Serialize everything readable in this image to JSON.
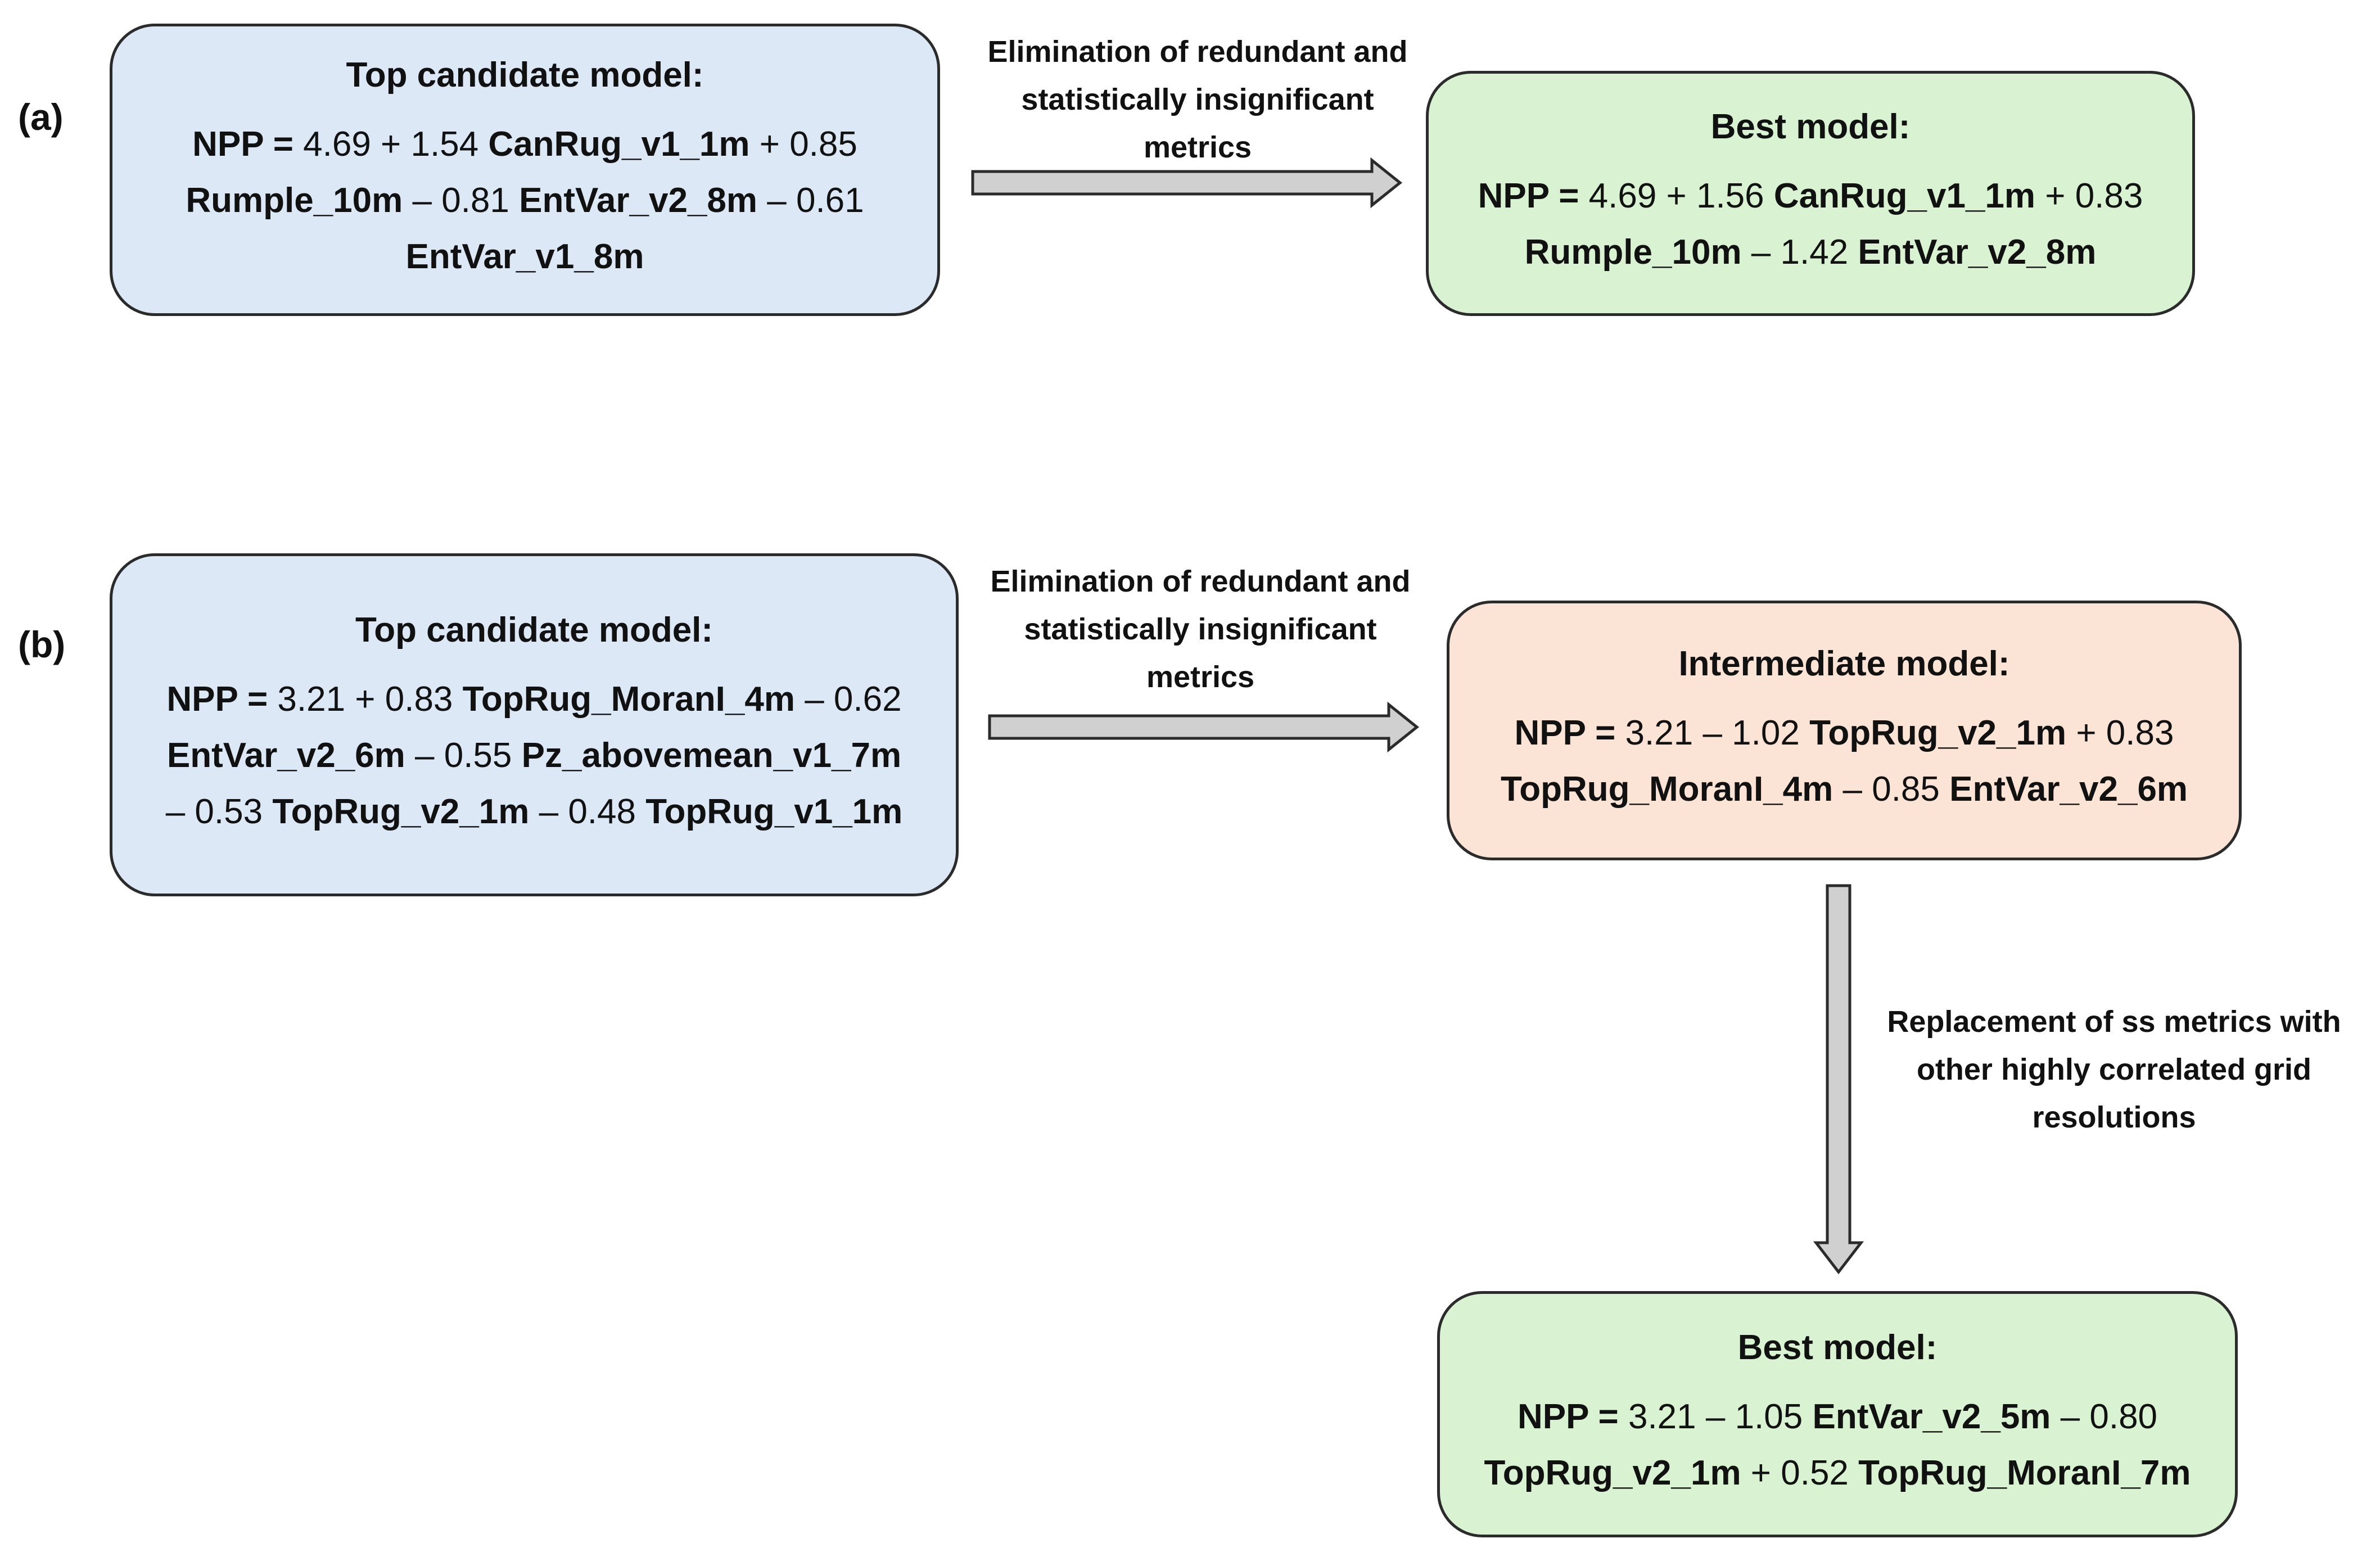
{
  "panel_a": {
    "label": "(a)",
    "candidate": {
      "title": "Top candidate model:",
      "line1": {
        "t0": "NPP =",
        "t1": " 4.69 + 1.54 ",
        "t2": "CanRug_v1_1m",
        "t3": " + 0.85"
      },
      "line2": {
        "t0": "Rumple_10m",
        "t1": " – 0.81 ",
        "t2": "EntVar_v2_8m",
        "t3": " – 0.61"
      },
      "line3": {
        "t0": "EntVar_v1_8m"
      }
    },
    "step_caption": [
      "Elimination of redundant and",
      "statistically insignificant",
      "metrics"
    ],
    "best": {
      "title": "Best model:",
      "line1": {
        "t0": "NPP =",
        "t1": " 4.69 + 1.56 ",
        "t2": "CanRug_v1_1m",
        "t3": " + 0.83"
      },
      "line2": {
        "t0": "Rumple_10m",
        "t1": " – 1.42 ",
        "t2": "EntVar_v2_8m"
      }
    }
  },
  "panel_b": {
    "label": "(b)",
    "candidate": {
      "title": "Top candidate model:",
      "line1": {
        "t0": "NPP =",
        "t1": " 3.21 + 0.83 ",
        "t2": "TopRug_MoranI_4m",
        "t3": " – 0.62"
      },
      "line2": {
        "t0": "EntVar_v2_6m",
        "t1": " – 0.55 ",
        "t2": "Pz_abovemean_v1_7m"
      },
      "line3": {
        "t0": "– 0.53 ",
        "t1": "TopRug_v2_1m",
        "t2": " – 0.48 ",
        "t3": "TopRug_v1_1m"
      }
    },
    "step_caption": [
      "Elimination of redundant and",
      "statistically insignificant",
      "metrics"
    ],
    "intermediate": {
      "title": "Intermediate model:",
      "line1": {
        "t0": "NPP =",
        "t1": " 3.21 – 1.02 ",
        "t2": "TopRug_v2_1m",
        "t3": " + 0.83"
      },
      "line2": {
        "t0": "TopRug_MoranI_4m",
        "t1": " – 0.85 ",
        "t2": "EntVar_v2_6m"
      }
    },
    "replace_caption": [
      "Replacement of ss metrics with",
      "other highly correlated grid",
      "resolutions"
    ],
    "best": {
      "title": "Best model:",
      "line1": {
        "t0": "NPP =",
        "t1": " 3.21 – 1.05 ",
        "t2": "EntVar_v2_5m",
        "t3": " – 0.80"
      },
      "line2": {
        "t0": "TopRug_v2_1m",
        "t1": " + 0.52 ",
        "t2": "TopRug_MoranI_7m"
      }
    }
  },
  "colors": {
    "candidate_fill": "#dde8f6",
    "best_fill": "#d9f2d2",
    "intermediate_fill": "#fbe3d6",
    "arrow_fill": "#d0d0d0",
    "outline": "#2b2b2b"
  }
}
